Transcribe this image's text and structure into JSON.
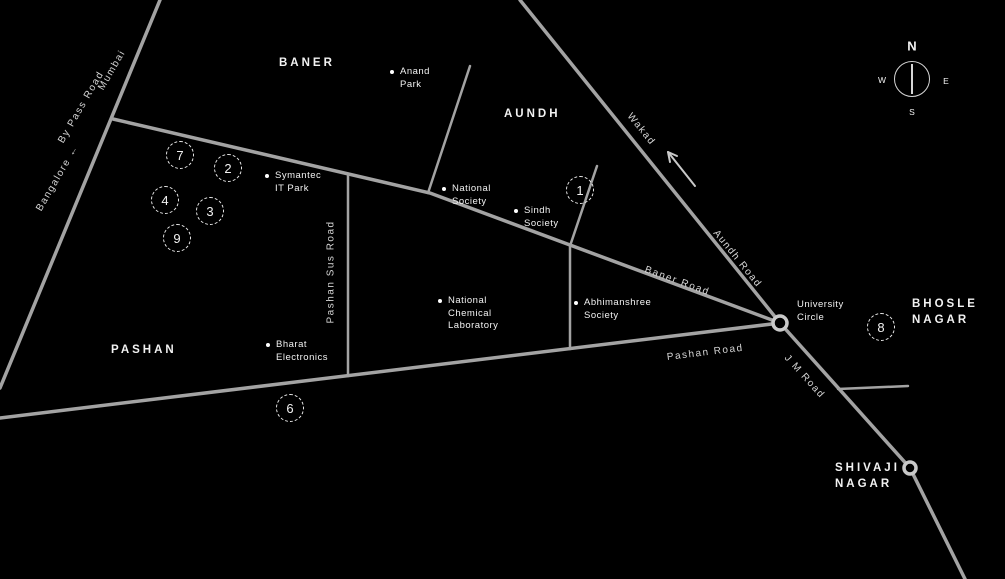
{
  "colors": {
    "background": "#000000",
    "road": "#a3a3a3",
    "text": "#f2f2f2",
    "muted_text": "#d6d6d6"
  },
  "areas": {
    "baner": "BANER",
    "aundh": "AUNDH",
    "pashan": "PASHAN",
    "bhosle_nagar": "BHOSLE\nNAGAR",
    "shivaji_nagar": "SHIVAJI\nNAGAR"
  },
  "roads": {
    "bypass": "By Pass Road",
    "bypass_to_top": "Mumbai",
    "bypass_to_bottom": "Bangalore ←",
    "baner": "Baner Road",
    "pashan": "Pashan Road",
    "pashan_sus": "Pashan Sus Road",
    "aundh": "Aundh Road",
    "aundh_to": "Wakad",
    "jm": "J M Road"
  },
  "pois": {
    "anand_park": "Anand\nPark",
    "symantec": "Symantec\nIT Park",
    "national_society": "National\nSociety",
    "sindh_society": "Sindh\nSociety",
    "ncl": "National\nChemical\nLaboratory",
    "abhimanshree": "Abhimanshree\nSociety",
    "bharat_electronics": "Bharat\nElectronics",
    "university_circle": "University\nCircle"
  },
  "markers": {
    "m1": "1",
    "m2": "2",
    "m3": "3",
    "m4": "4",
    "m6": "6",
    "m7": "7",
    "m8": "8",
    "m9": "9"
  },
  "compass": {
    "n": "N",
    "s": "S",
    "e": "E",
    "w": "W"
  }
}
